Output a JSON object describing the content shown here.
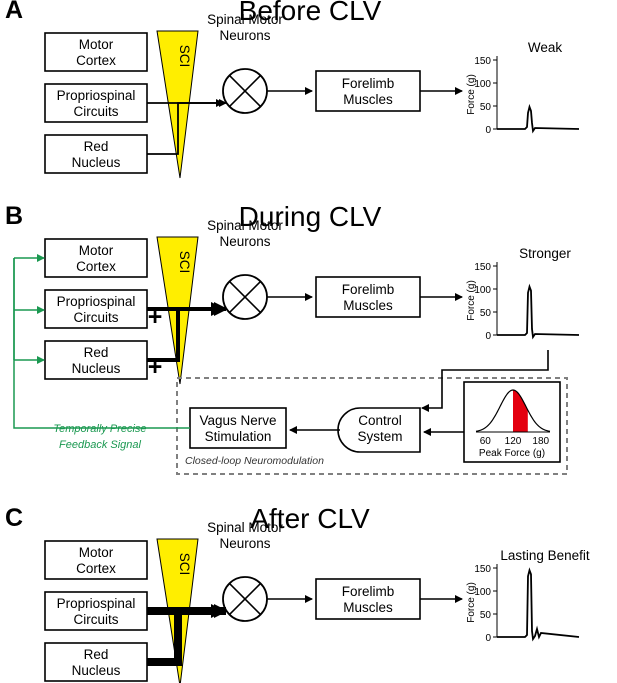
{
  "colors": {
    "sci_fill": "#ffee00",
    "feedback": "#1a9850",
    "highlight": "#e4000f",
    "dashed_border": "#808080"
  },
  "panels": [
    {
      "letter": "A",
      "title": "Before CLV",
      "inputs": [
        "Motor\nCortex",
        "Propriospinal\nCircuits",
        "Red\nNucleus"
      ],
      "sci_label": "SCI",
      "spinal_label": "Spinal Motor\nNeurons",
      "output_label": "Forelimb\nMuscles",
      "trace_label": "Weak",
      "ylabel": "Force (g)",
      "yticks": [
        "150",
        "100",
        "50",
        "0"
      ],
      "peak": 48
    },
    {
      "letter": "B",
      "title": "During CLV",
      "inputs": [
        "Motor\nCortex",
        "Propriospinal\nCircuits",
        "Red\nNucleus"
      ],
      "sci_label": "SCI",
      "spinal_label": "Spinal Motor\nNeurons",
      "output_label": "Forelimb\nMuscles",
      "trace_label": "Stronger",
      "ylabel": "Force (g)",
      "yticks": [
        "150",
        "100",
        "50",
        "0"
      ],
      "peak": 105,
      "plus_signs": [
        "+",
        "+"
      ],
      "vns_label": "Vagus Nerve\nStimulation",
      "control_label": "Control\nSystem",
      "closed_loop_label": "Closed-loop Neuromodulation",
      "feedback_label": "Temporally Precise\nFeedback Signal",
      "inset": {
        "xticks": [
          "60",
          "120",
          "180"
        ],
        "xlabel": "Peak Force (g)"
      }
    },
    {
      "letter": "C",
      "title": "After CLV",
      "inputs": [
        "Motor\nCortex",
        "Propriospinal\nCircuits",
        "Red\nNucleus"
      ],
      "sci_label": "SCI",
      "spinal_label": "Spinal Motor\nNeurons",
      "output_label": "Forelimb\nMuscles",
      "trace_label": "Lasting Benefit",
      "ylabel": "Force (g)",
      "yticks": [
        "150",
        "100",
        "50",
        "0"
      ],
      "peak": 145
    }
  ]
}
